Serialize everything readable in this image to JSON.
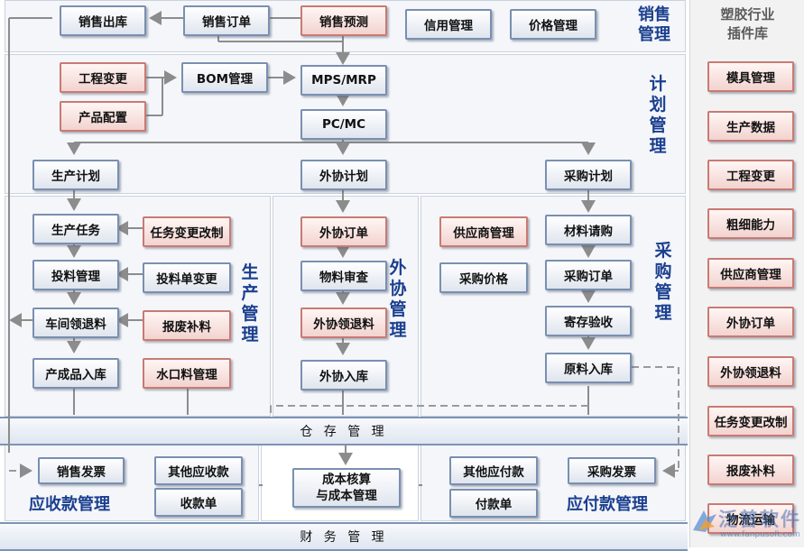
{
  "sections": {
    "sales": "销售管理",
    "planning": "计划管理",
    "production": "生产管理",
    "outsourcing": "外协管理",
    "purchasing": "采购管理",
    "receivable": "应收款管理",
    "payable": "应付款管理",
    "warehouse": "仓 存 管 理",
    "finance": "财 务 管 理"
  },
  "sales_row": {
    "outbound": "销售出库",
    "order": "销售订单",
    "forecast": "销售预测",
    "credit": "信用管理",
    "price": "价格管理"
  },
  "planning": {
    "eng_change": "工程变更",
    "product_config": "产品配置",
    "bom": "BOM管理",
    "mps": "MPS/MRP",
    "pcmc": "PC/MC",
    "production_plan": "生产计划",
    "outsourcing_plan": "外协计划",
    "purchase_plan": "采购计划"
  },
  "production": {
    "task": "生产任务",
    "task_change": "任务变更改制",
    "feeding": "投料管理",
    "feeding_change": "投料单变更",
    "workshop": "车间领退料",
    "scrap": "报废补料",
    "finished": "产成品入库",
    "sprue": "水口料管理"
  },
  "outsourcing": {
    "order": "外协订单",
    "review": "物料审查",
    "material": "外协领退料",
    "inbound": "外协入库"
  },
  "purchasing": {
    "supplier": "供应商管理",
    "price": "采购价格",
    "request": "材料请购",
    "order": "采购订单",
    "inspection": "寄存验收",
    "inbound": "原料入库"
  },
  "finance": {
    "sales_invoice": "销售发票",
    "other_receivable": "其他应收款",
    "receipt": "收款单",
    "cost_line1": "成本核算",
    "cost_line2": "与成本管理",
    "other_payable": "其他应付款",
    "payment": "付款单",
    "purchase_invoice": "采购发票"
  },
  "sidebar": {
    "title_line1": "塑胶行业",
    "title_line2": "插件库",
    "items": [
      "模具管理",
      "生产数据",
      "工程变更",
      "粗细能力",
      "供应商管理",
      "外协订单",
      "外协领退料",
      "任务变更改制",
      "报废补料",
      "物流运输"
    ]
  },
  "watermark": {
    "text": "泛普软件",
    "url": "www.fanpusoft.com"
  },
  "colors": {
    "label_blue": "#1b3f8f",
    "box_border": "#7a8fb0",
    "red_border": "#c97a73",
    "arrow": "#8c8c8c"
  }
}
